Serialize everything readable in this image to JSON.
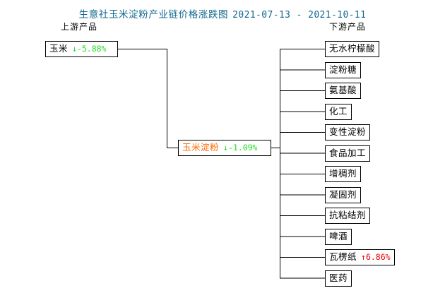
{
  "header": {
    "title": "生意社玉米淀粉产业链价格涨跌图",
    "date_range": "2021-07-13 - 2021-10-11",
    "title_color": "#11688f"
  },
  "columns": {
    "upstream_label": "上游产品",
    "downstream_label": "下游产品"
  },
  "colors": {
    "up": "#ee0000",
    "down": "#22dd22",
    "root": "#ff6a00",
    "node": "#000000"
  },
  "upstream": [
    {
      "name": "玉米",
      "change": "↓-5.88%",
      "direction": "down"
    }
  ],
  "root": {
    "name": "玉米淀粉",
    "change": "↓-1.09%",
    "direction": "down"
  },
  "downstream": [
    {
      "name": "无水柠檬酸",
      "change": "",
      "direction": "none"
    },
    {
      "name": "淀粉糖",
      "change": "",
      "direction": "none"
    },
    {
      "name": "氨基酸",
      "change": "",
      "direction": "none"
    },
    {
      "name": "化工",
      "change": "",
      "direction": "none"
    },
    {
      "name": "变性淀粉",
      "change": "",
      "direction": "none"
    },
    {
      "name": "食品加工",
      "change": "",
      "direction": "none"
    },
    {
      "name": "增稠剂",
      "change": "",
      "direction": "none"
    },
    {
      "name": "凝固剂",
      "change": "",
      "direction": "none"
    },
    {
      "name": "抗粘结剂",
      "change": "",
      "direction": "none"
    },
    {
      "name": "啤酒",
      "change": "",
      "direction": "none"
    },
    {
      "name": "瓦楞纸",
      "change": "↑6.86%",
      "direction": "up"
    },
    {
      "name": "医药",
      "change": "",
      "direction": "none"
    }
  ]
}
